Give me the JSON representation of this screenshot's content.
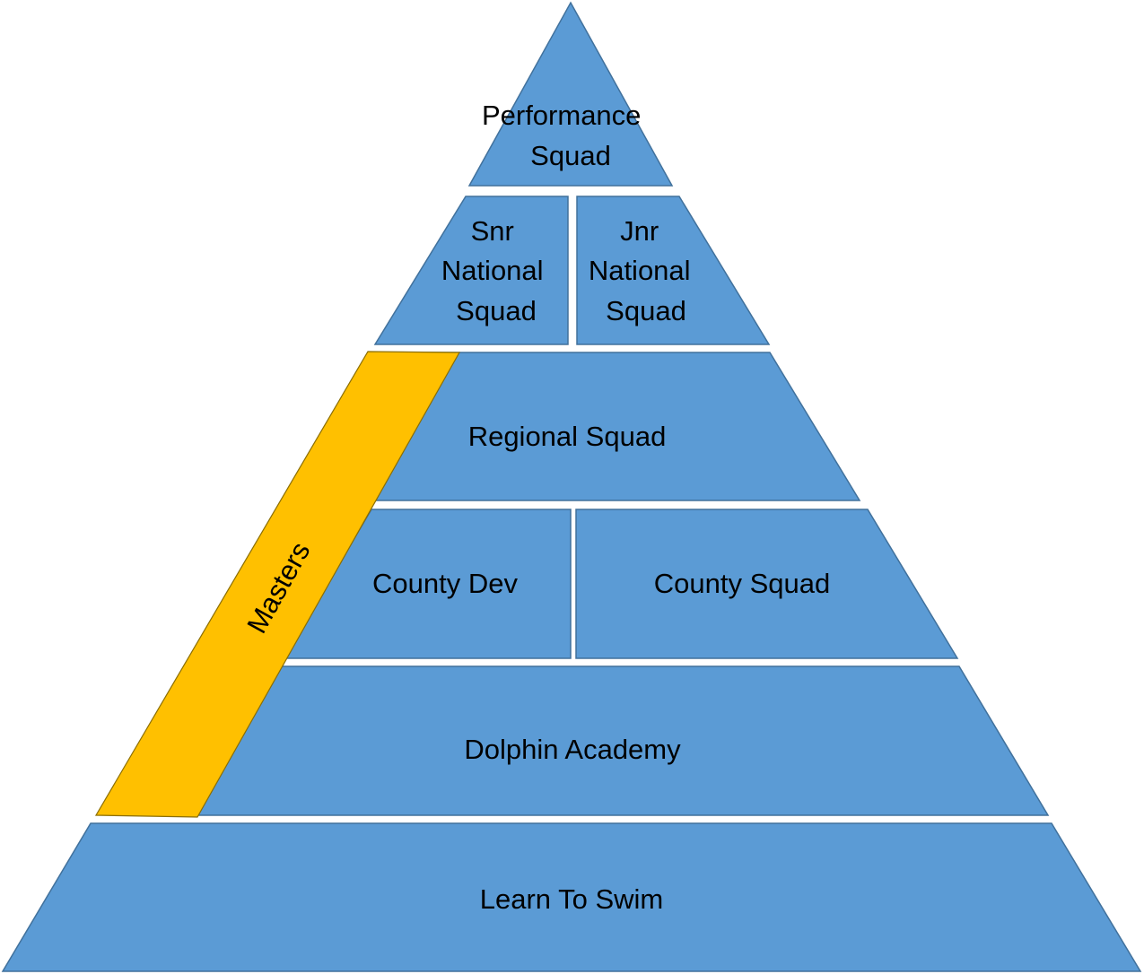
{
  "diagram": {
    "type": "pyramid",
    "colors": {
      "tier_fill": "#5B9BD5",
      "tier_stroke": "#41719C",
      "masters_fill": "#FFC000",
      "text": "#000000"
    },
    "tiers": {
      "performance": {
        "lines": [
          "Performance",
          "Squad"
        ]
      },
      "snr_national": {
        "lines": [
          "Snr",
          "National",
          "Squad"
        ]
      },
      "jnr_national": {
        "lines": [
          "Jnr",
          "National",
          "Squad"
        ]
      },
      "regional": {
        "lines": [
          "Regional Squad"
        ]
      },
      "county_dev": {
        "lines": [
          "County Dev"
        ]
      },
      "county_squad": {
        "lines": [
          "County Squad"
        ]
      },
      "dolphin_academy": {
        "lines": [
          "Dolphin Academy"
        ]
      },
      "learn_to_swim": {
        "lines": [
          "Learn To Swim"
        ]
      }
    },
    "masters": {
      "label": "Masters"
    }
  }
}
